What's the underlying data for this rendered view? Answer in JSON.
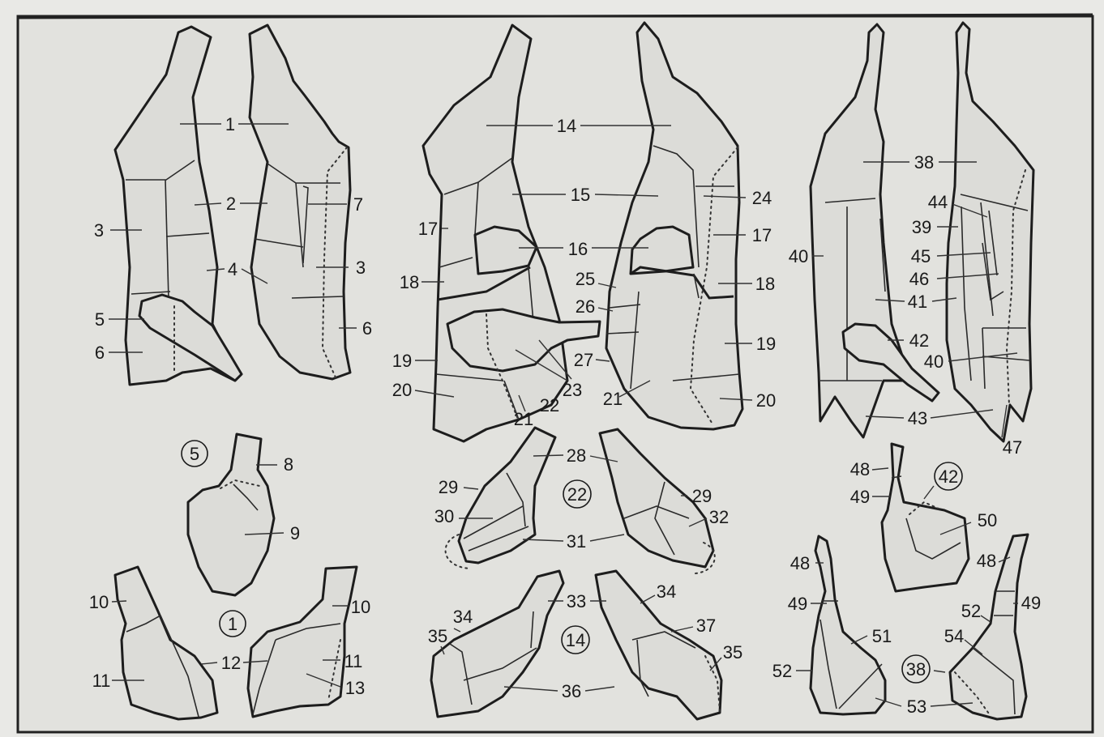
{
  "labels": {
    "l1": "1",
    "l2": "2",
    "l3a": "3",
    "l3b": "3",
    "l4": "4",
    "l5": "5",
    "l6a": "6",
    "l6b": "6",
    "l7": "7",
    "l8": "8",
    "l9": "9",
    "l10a": "10",
    "l10b": "10",
    "l11a": "11",
    "l11b": "11",
    "l12": "12",
    "l13": "13",
    "l14": "14",
    "l15": "15",
    "l16": "16",
    "l17a": "17",
    "l17b": "17",
    "l18a": "18",
    "l18b": "18",
    "l19a": "19",
    "l19b": "19",
    "l20a": "20",
    "l20b": "20",
    "l21a": "21",
    "l21b": "21",
    "l22": "22",
    "l23": "23",
    "l24": "24",
    "l25": "25",
    "l26": "26",
    "l27": "27",
    "l28": "28",
    "l29a": "29",
    "l29b": "29",
    "l30": "30",
    "l31": "31",
    "l32": "32",
    "l33": "33",
    "l34a": "34",
    "l34b": "34",
    "l35a": "35",
    "l35b": "35",
    "l36": "36",
    "l37": "37",
    "l38": "38",
    "l39": "39",
    "l40a": "40",
    "l40b": "40",
    "l41": "41",
    "l42": "42",
    "l43": "43",
    "l44": "44",
    "l45": "45",
    "l46": "46",
    "l47": "47",
    "l48a": "48",
    "l48b": "48",
    "l48c": "48",
    "l49a": "49",
    "l49b": "49",
    "l49c": "49",
    "l50": "50",
    "l51": "51",
    "l52a": "52",
    "l52b": "52",
    "l53": "53",
    "l54": "54"
  },
  "circled": {
    "c5": "5",
    "c1": "1",
    "c22": "22",
    "c14": "14",
    "c42": "42",
    "c38": "38"
  },
  "colors": {
    "paper": "#e2e2de",
    "ink": "#1d1d1d"
  }
}
